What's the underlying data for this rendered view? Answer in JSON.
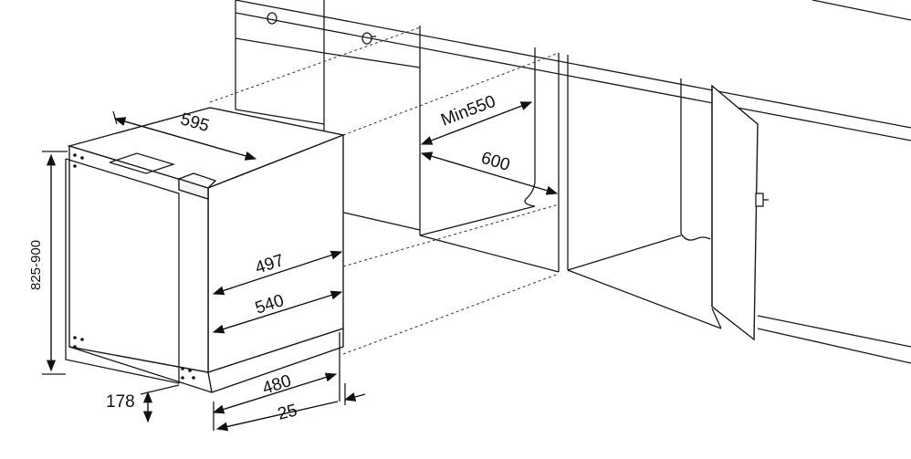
{
  "dimensions": {
    "width_top": "595",
    "height": "825-900",
    "min_depth": "Min550",
    "cabinet_depth": "600",
    "depth_497": "497",
    "depth_540": "540",
    "plinth_480": "480",
    "plinth_25": "25",
    "plinth_height": "178"
  },
  "colors": {
    "line": "#1a1a1a",
    "background": "#ffffff"
  }
}
